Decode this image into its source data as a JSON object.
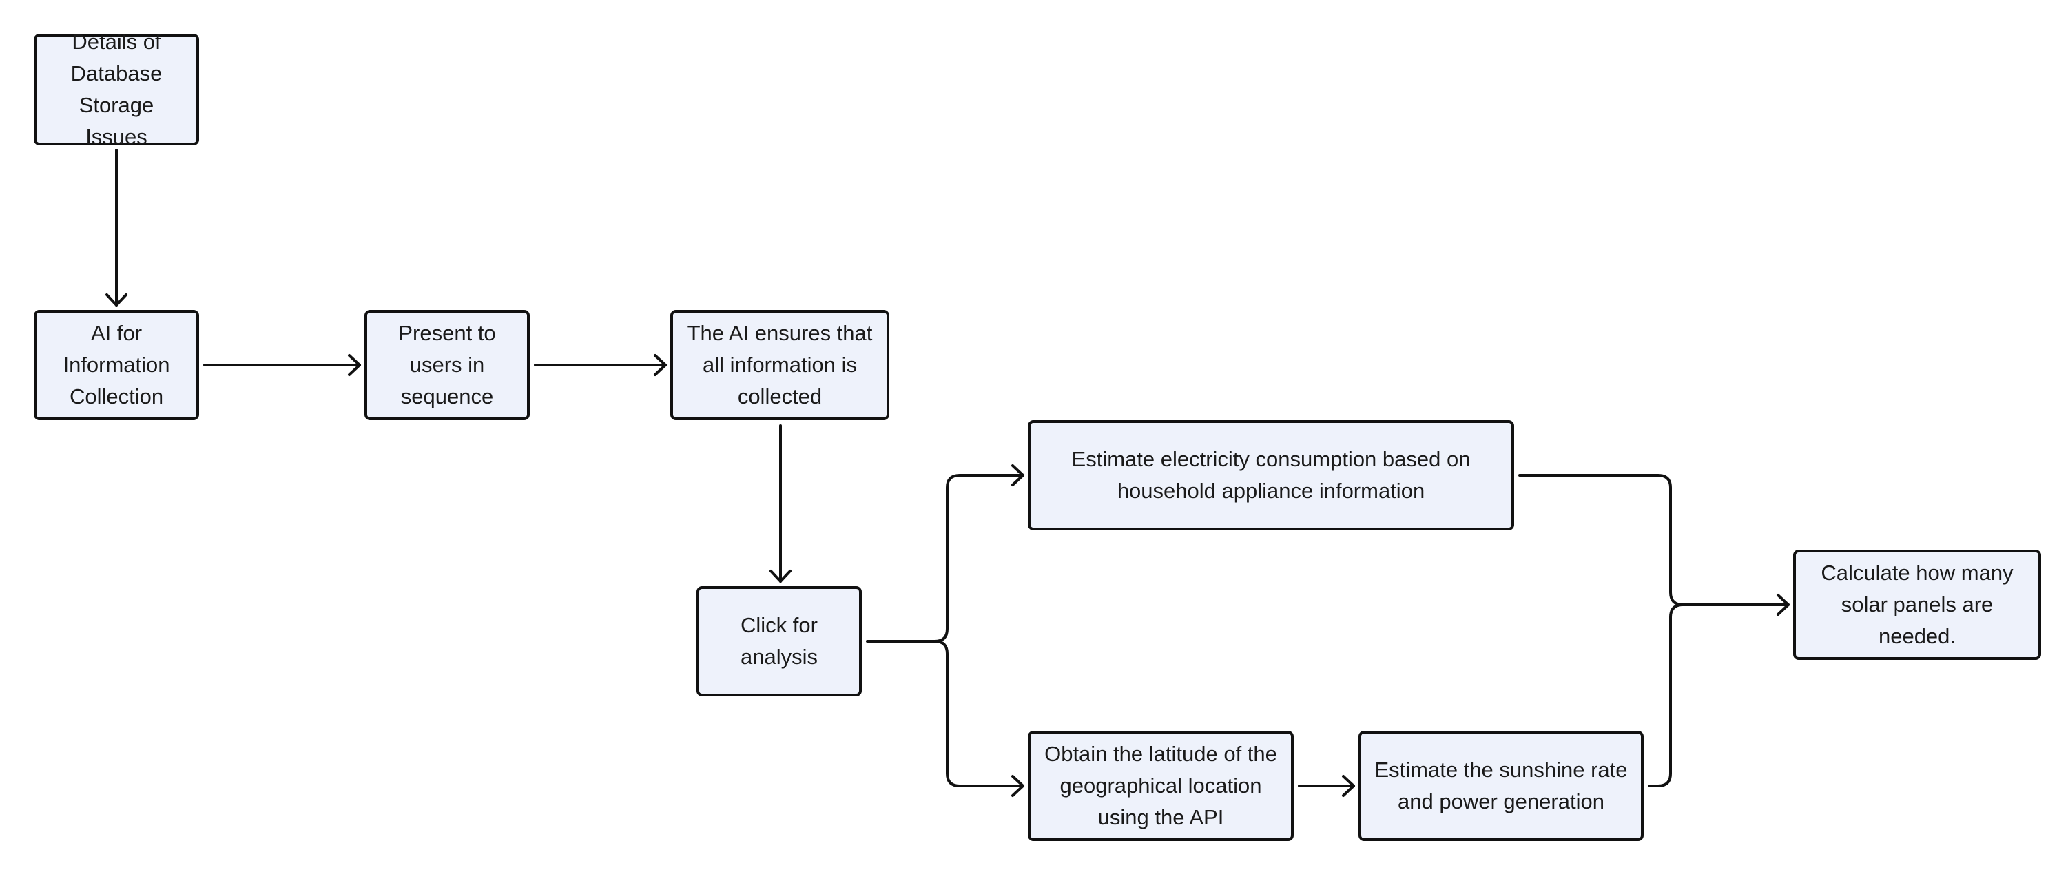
{
  "nodes": {
    "details": "Details of Database Storage Issues",
    "ai_info": "AI for Information Collection",
    "present": "Present to users in sequence",
    "ensures": "The AI ensures that all information is collected",
    "click": "Click for analysis",
    "estimate_electricity": "Estimate electricity consumption based on household appliance information",
    "obtain_latitude": "Obtain the latitude of the geographical location using the API",
    "estimate_sunshine": "Estimate the sunshine rate and power generation",
    "calculate": "Calculate how many solar panels are needed."
  },
  "colors": {
    "node_fill": "#eef2fb",
    "node_border": "#111111",
    "connector": "#111111",
    "text": "#1a1a1a"
  }
}
